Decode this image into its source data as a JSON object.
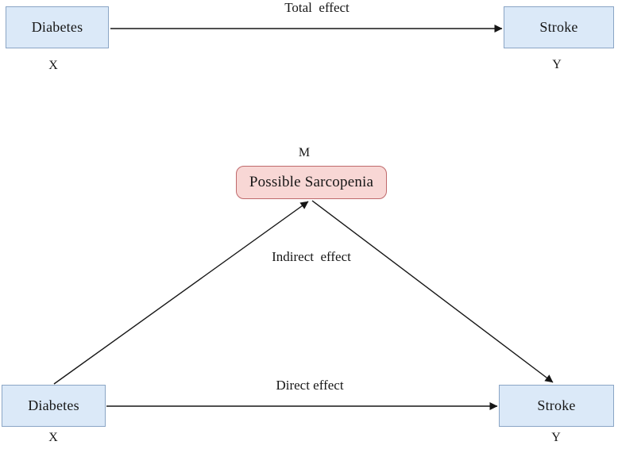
{
  "diagram": {
    "top_model": {
      "x_node": {
        "label": "Diabetes",
        "var": "X"
      },
      "y_node": {
        "label": "Stroke",
        "var": "Y"
      },
      "edge_label": "Total  effect"
    },
    "mediation_model": {
      "x_node": {
        "label": "Diabetes",
        "var": "X"
      },
      "y_node": {
        "label": "Stroke",
        "var": "Y"
      },
      "m_node": {
        "label": "Possible Sarcopenia",
        "var": "M"
      },
      "direct_edge_label": "Direct effect",
      "indirect_edge_label": "Indirect  effect"
    },
    "colors": {
      "node_fill": "#dbe9f8",
      "node_border": "#8aa5c5",
      "mediator_fill": "#f8d7d5",
      "mediator_border": "#bf696b",
      "arrow": "#161616",
      "text": "#161616"
    }
  }
}
